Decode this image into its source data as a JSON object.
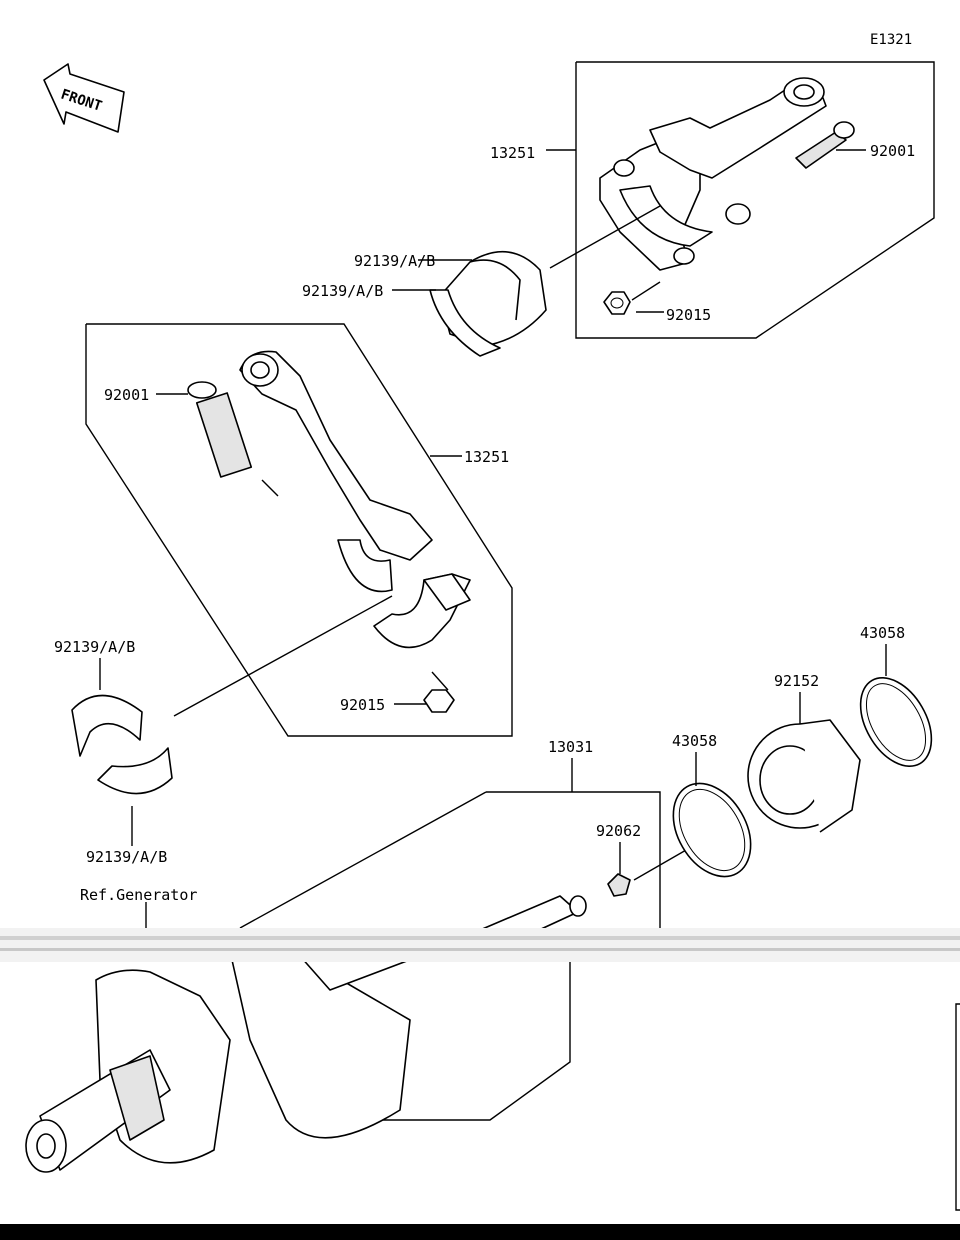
{
  "diagram_code": "E1321",
  "front_label": "FRONT",
  "ref_label": "Ref.Generator",
  "callouts": {
    "conrod_top": "13251",
    "bolt_top": "92001",
    "bearing_top_a": "92139/A/B",
    "bearing_top_b": "92139/A/B",
    "nut_top": "92015",
    "bolt_mid": "92001",
    "conrod_mid": "13251",
    "bearing_left_a": "92139/A/B",
    "nut_mid": "92015",
    "bearing_left_b": "92139/A/B",
    "crankshaft": "13031",
    "plug": "92062",
    "ring_a": "43058",
    "seal": "92152",
    "ring_b": "43058"
  }
}
